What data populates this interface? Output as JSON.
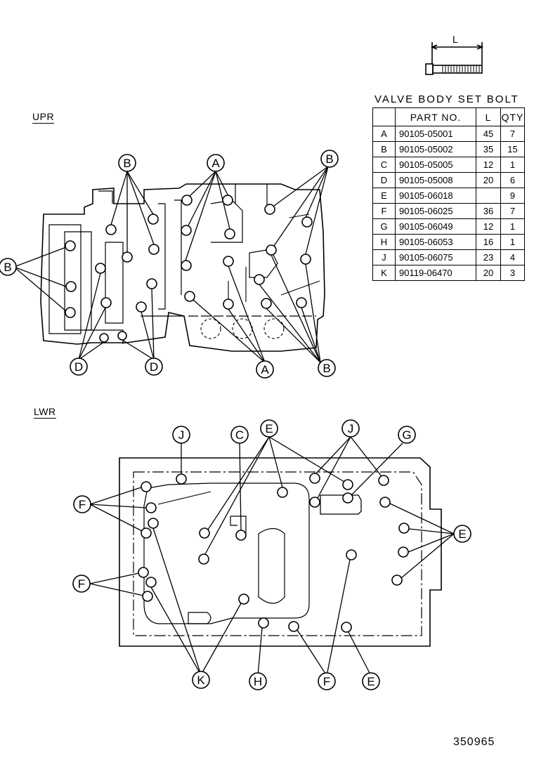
{
  "sections": {
    "upper": "UPR",
    "lower": "LWR"
  },
  "bolt_dimension_label": "L",
  "table": {
    "title": "VALVE BODY SET BOLT",
    "headers": [
      "",
      "PART NO.",
      "L",
      "QTY"
    ],
    "rows": [
      [
        "A",
        "90105-05001",
        "45",
        "7"
      ],
      [
        "B",
        "90105-05002",
        "35",
        "15"
      ],
      [
        "C",
        "90105-05005",
        "12",
        "1"
      ],
      [
        "D",
        "90105-05008",
        "20",
        "6"
      ],
      [
        "E",
        "90105-06018",
        "",
        "9"
      ],
      [
        "F",
        "90105-06025",
        "36",
        "7"
      ],
      [
        "G",
        "90105-06049",
        "12",
        "1"
      ],
      [
        "H",
        "90105-06053",
        "16",
        "1"
      ],
      [
        "J",
        "90105-06075",
        "23",
        "4"
      ],
      [
        "K",
        "90119-06470",
        "20",
        "3"
      ]
    ]
  },
  "callouts": {
    "upr_b_top_left": "B",
    "upr_a_top": "A",
    "upr_b_top_right": "B",
    "upr_b_left": "B",
    "upr_d_left": "D",
    "upr_d_right": "D",
    "upr_a_bottom": "A",
    "upr_b_bottom": "B",
    "lwr_j_left": "J",
    "lwr_c": "C",
    "lwr_e_top": "E",
    "lwr_j_right": "J",
    "lwr_g": "G",
    "lwr_f_upper": "F",
    "lwr_f_lower": "F",
    "lwr_e_right": "E",
    "lwr_k": "K",
    "lwr_h": "H",
    "lwr_f_bottom": "F",
    "lwr_e_bottom": "E"
  },
  "drawing_number": "350965"
}
